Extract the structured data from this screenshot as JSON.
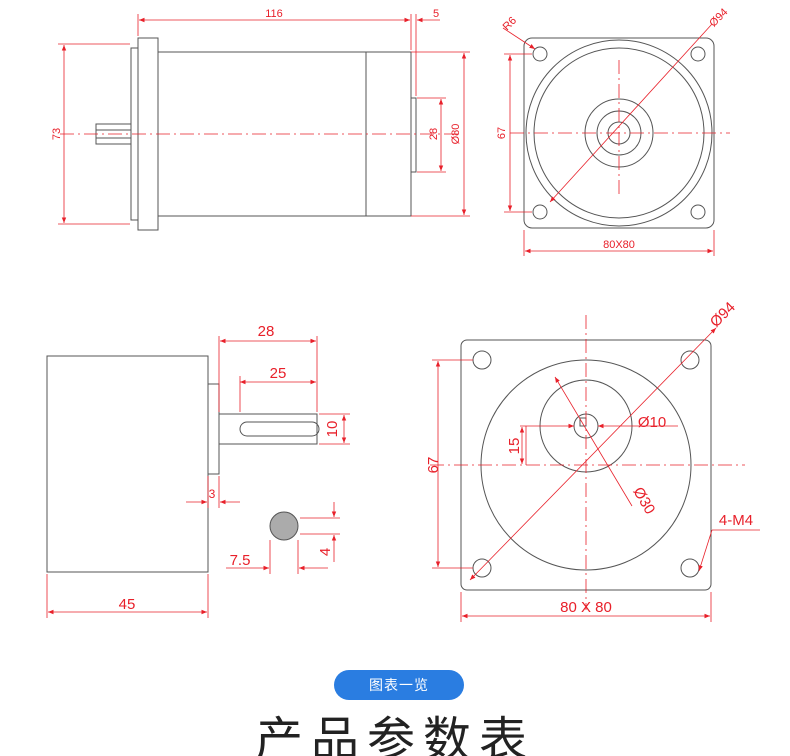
{
  "colors": {
    "dimension": "#e8202a",
    "outline": "#555555",
    "accent": "#2a7de1"
  },
  "view_side_top": {
    "length": "116",
    "shaft_step": "5",
    "height": "73",
    "flange_boss": "28",
    "body_diameter": "Ø80"
  },
  "view_front_top": {
    "corner_radius": "R6",
    "bolt_circle": "Ø94",
    "hole_spacing": "67",
    "square": "80X80"
  },
  "view_side_bottom": {
    "shaft_len": "28",
    "key_len": "25",
    "shaft_dia": "10",
    "boss_len": "3",
    "body_len": "45"
  },
  "shaft_section": {
    "key_depth": "7.5",
    "key_width": "4"
  },
  "view_front_bottom": {
    "bolt_circle": "Ø94",
    "shaft_dia": "Ø10",
    "key_depth": "15",
    "boss_dia": "Ø30",
    "hole_spacing": "67",
    "holes": "4-M4",
    "square": "80 X 80"
  },
  "badge": {
    "label": "图表一览"
  },
  "heading": {
    "text": "产品参数表"
  }
}
